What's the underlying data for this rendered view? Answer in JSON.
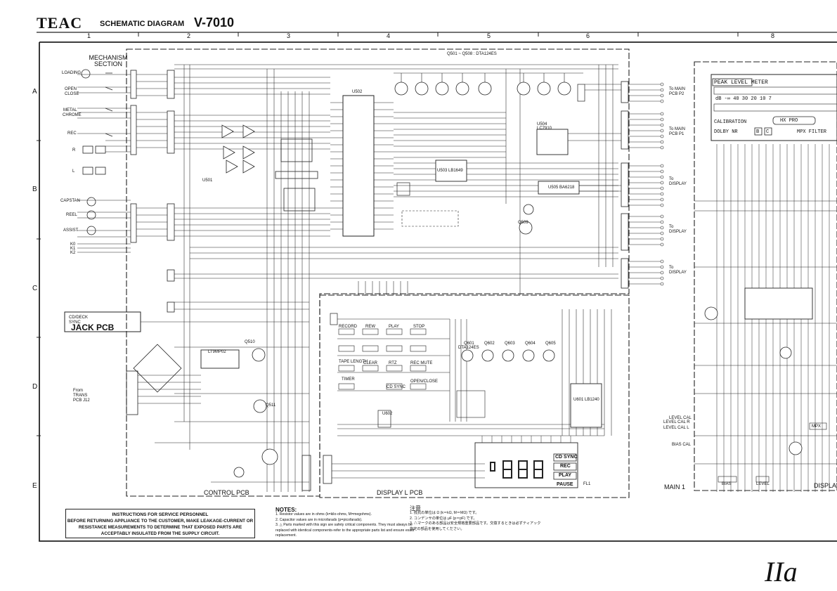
{
  "header": {
    "brand": "TEAC",
    "doc_title": "SCHEMATIC DIAGRAM",
    "model": "V-7010"
  },
  "grid": {
    "columns": [
      "1",
      "2",
      "3",
      "4",
      "5",
      "6",
      "8"
    ],
    "rows": [
      "A",
      "B",
      "C",
      "D",
      "E"
    ]
  },
  "sections": {
    "mechanism": "MECHANISM SECTION",
    "jack_pcb": "JACK PCB",
    "control_pcb": "CONTROL PCB",
    "display_l_pcb": "DISPLAY L PCB",
    "main1": "MAIN 1",
    "display_r": "DISPLAY"
  },
  "mechanism_inputs": [
    "LOADING",
    "OPEN",
    "CLOSE",
    "METAL",
    "CHROME",
    "REC",
    "R",
    "L",
    "CAPSTAN",
    "REEL",
    "ASSIST",
    "K0",
    "K1",
    "K2"
  ],
  "connectors": {
    "to_main_p2": "To MAIN PCB P2",
    "to_main_p1": "To MAIN PCB P1",
    "to_display_1": "To DISPLAY",
    "to_display_2": "To DISPLAY",
    "to_display_3": "To DISPLAY",
    "from_trans": "From TRANS PCB J12",
    "cd_deck_sync": "CD/DECK SYNC"
  },
  "components": {
    "u502": "U502",
    "u501": "U501",
    "u503": "U503 LB1649",
    "u504": "U504 LC7910",
    "u505": "U505 BA6218",
    "u506": "LT9MP02",
    "u601": "U601 LB1240",
    "u602": "U602",
    "q509": "Q509",
    "q510": "Q510",
    "q511": "Q511",
    "transistor_row": "Q501 ~ Q508 : DTA124ES",
    "q601_605": [
      "Q601",
      "Q602",
      "Q603",
      "Q604",
      "Q605"
    ],
    "q601_type": "DTA124ES"
  },
  "keys": [
    "RECORD",
    "REW",
    "PLAY",
    "STOP",
    "TAPE LENGTH",
    "CLEAR",
    "RTZ",
    "REC MUTE",
    "TIMER",
    "CD SYNC",
    "OPEN/CLOSE"
  ],
  "display_panel": {
    "cd_sync": "CD SYNC",
    "rec": "REC",
    "play": "PLAY",
    "pause": "PAUSE",
    "fl": "FL1"
  },
  "meter": {
    "title": "PEAK LEVEL METER",
    "scale": "dB -∞ 40 30 20 10 7",
    "calibration": "CALIBRATION",
    "hx_pro": "HX PRO",
    "dolby": "DOLBY NR",
    "dolby_b": "B",
    "dolby_c": "C",
    "mpx": "MPX FILTER"
  },
  "right_labels": [
    "LEVEL CAL",
    "LEVEL CAL R",
    "LEVEL CAL L",
    "BIAS CAL",
    "BIAS",
    "LEVEL",
    "MPX"
  ],
  "warning": {
    "title": "INSTRUCTIONS FOR SERVICE PERSONNEL",
    "body": "BEFORE RETURNING APPLIANCE TO THE CUSTOMER, MAKE LEAKAGE-CURRENT OR RESISTANCE MEASUREMENTS TO DETERMINE THAT EXPOSED PARTS ARE ACCEPTABLY INSULATED FROM THE SUPPLY CIRCUIT."
  },
  "notes": {
    "heading": "NOTES:",
    "lines": [
      "1. Resistor values are in ohms (k=kilo-ohms, M=megohms).",
      "2. Capacitor values are in microfarads (p=picofarads).",
      "3. △ Parts marked with this sign are safety critical components. They must always be replaced with identical components-refer to the appropriate parts list and ensure exact replacement."
    ]
  },
  "notes_jp": {
    "heading": "注意",
    "lines": [
      "1. 抵抗の単位は Ω (k＝kΩ, M＝MΩ) です。",
      "2. コンデンサの単位は μF (p＝pF) です。",
      "3. △マークのある部品は安全規格重要部品です。交換するときは必ずティアック指定の部品を使用してください。"
    ]
  },
  "page_mark": "IIa"
}
